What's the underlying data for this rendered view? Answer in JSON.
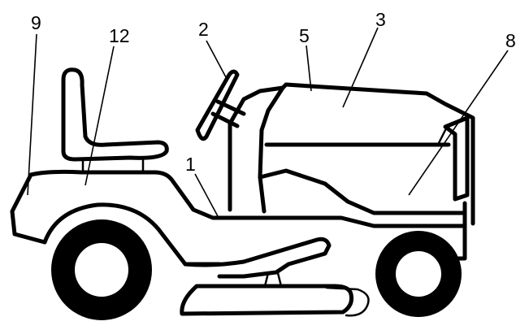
{
  "callouts": {
    "c1": "1",
    "c2": "2",
    "c3": "3",
    "c5": "5",
    "c8": "8",
    "c9": "9",
    "c12": "12"
  },
  "colors": {
    "line": "#000000",
    "background": "#ffffff"
  }
}
